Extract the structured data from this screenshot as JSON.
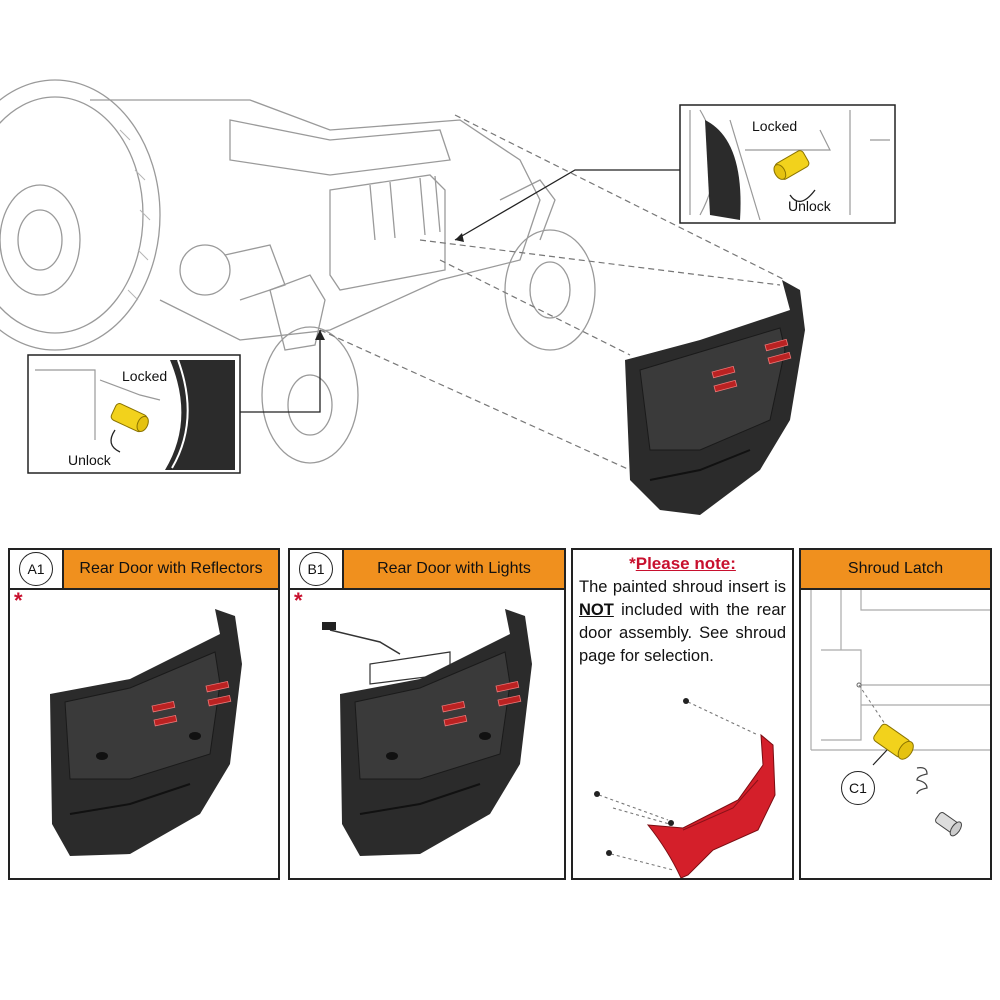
{
  "callouts": {
    "top_locked": "Locked",
    "top_unlock": "Unlock",
    "left_locked": "Locked",
    "left_unlock": "Unlock"
  },
  "panels": [
    {
      "id": "A1",
      "title": "Rear Door with Reflectors",
      "marker": "*"
    },
    {
      "id": "B1",
      "title": "Rear Door with Lights",
      "marker": "*"
    },
    {
      "title_star": "*",
      "title": "Please note:",
      "body_pre": "The painted shroud insert is ",
      "body_emph": "NOT",
      "body_post": " included with the rear door assembly. See shroud page for selection."
    },
    {
      "title": "Shroud Latch",
      "part_label": "C1"
    }
  ],
  "colors": {
    "header_orange": "#f0901e",
    "note_red": "#c8102e",
    "latch_yellow": "#f2d21c",
    "door_dark": "#2b2b2b",
    "shroud_red": "#d41f2a"
  }
}
